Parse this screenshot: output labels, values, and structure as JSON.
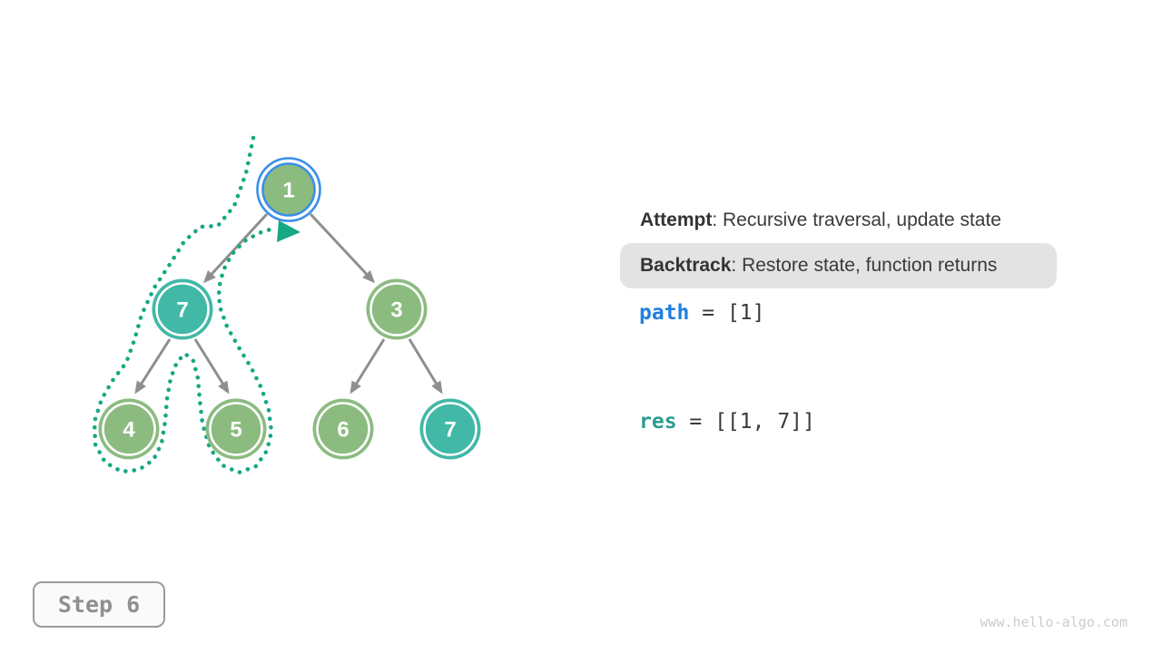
{
  "step_label": "Step 6",
  "watermark": "www.hello-algo.com",
  "legend": {
    "attempt_term": "Attempt",
    "attempt_desc": ": Recursive traversal, update state",
    "backtrack_term": "Backtrack",
    "backtrack_desc": ": Restore state, function returns"
  },
  "state": {
    "path_var": "path",
    "path_rest": "= [1]",
    "res_var": "res",
    "res_rest": "= [[1, 7]]"
  },
  "tree": {
    "nodes": [
      {
        "value": "1",
        "role": "current-node-highlighted"
      },
      {
        "value": "7",
        "role": "result-node"
      },
      {
        "value": "3",
        "role": "default-node"
      },
      {
        "value": "4",
        "role": "default-node"
      },
      {
        "value": "5",
        "role": "default-node"
      },
      {
        "value": "6",
        "role": "default-node"
      },
      {
        "value": "7",
        "role": "result-node"
      }
    ],
    "edges": [
      {
        "from": "1",
        "to": "7"
      },
      {
        "from": "1",
        "to": "3"
      },
      {
        "from": "7",
        "to": "4"
      },
      {
        "from": "7",
        "to": "5"
      },
      {
        "from": "3",
        "to": "6"
      },
      {
        "from": "3",
        "to": "7"
      }
    ],
    "trace_meaning": "backtracking traversal path around left subtree"
  },
  "colors": {
    "node-green": "#8cbb80",
    "node-teal": "#42b8a7",
    "active-ring": "#3a8fe8",
    "trace": "#17a884",
    "edge": "#8f8f8f",
    "text-dark": "#3a3a3a",
    "kw-blue": "#1f7fe0",
    "kw-teal": "#2a9d8f",
    "badge-bg": "#e3e3e3",
    "step-text": "#8f8f8f",
    "watermark-text": "#cccccc"
  }
}
